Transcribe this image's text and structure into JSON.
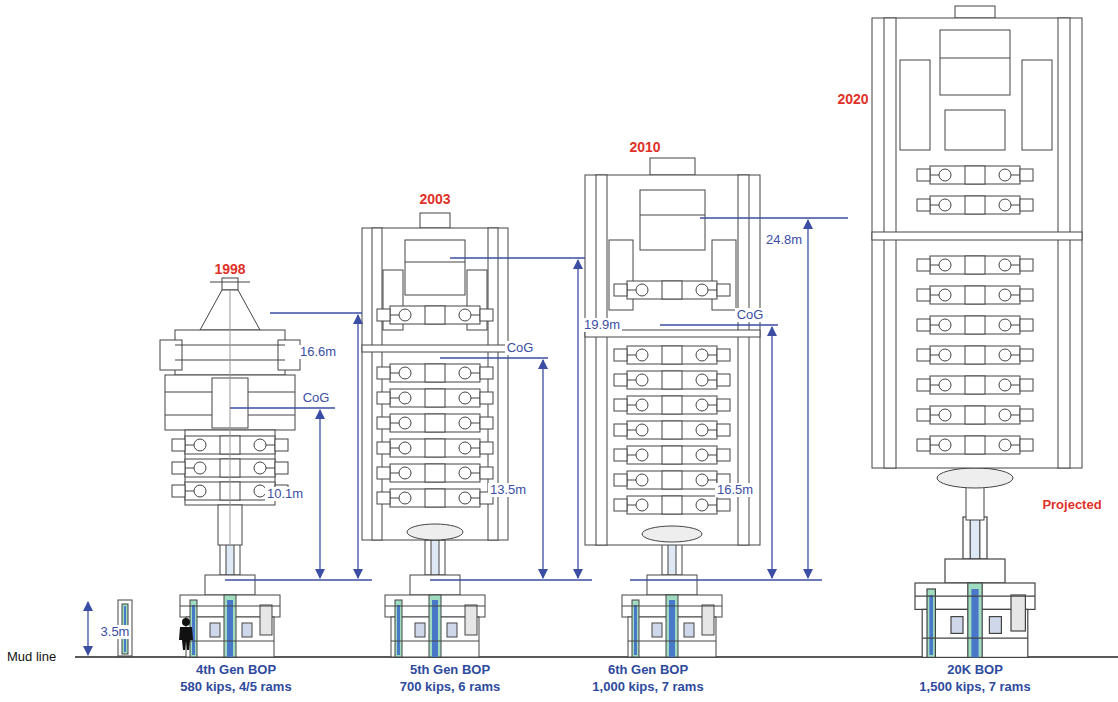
{
  "diagram": {
    "labels": [
      "1998",
      "16.6m",
      "CoG",
      "10.1m",
      "2003",
      "19.9m",
      "CoG",
      "13.5m",
      "2010",
      "24.8m",
      "CoG",
      "16.5m",
      "2020",
      "Projected",
      "3.5m",
      "Mud line",
      "4th Gen BOP",
      "580 kips, 4/5 rams",
      "5th Gen BOP",
      "700 kips, 6 rams",
      "6th Gen BOP",
      "1,000 kips, 7 rams",
      "20K BOP",
      "1,500 kips, 7 rams"
    ]
  }
}
